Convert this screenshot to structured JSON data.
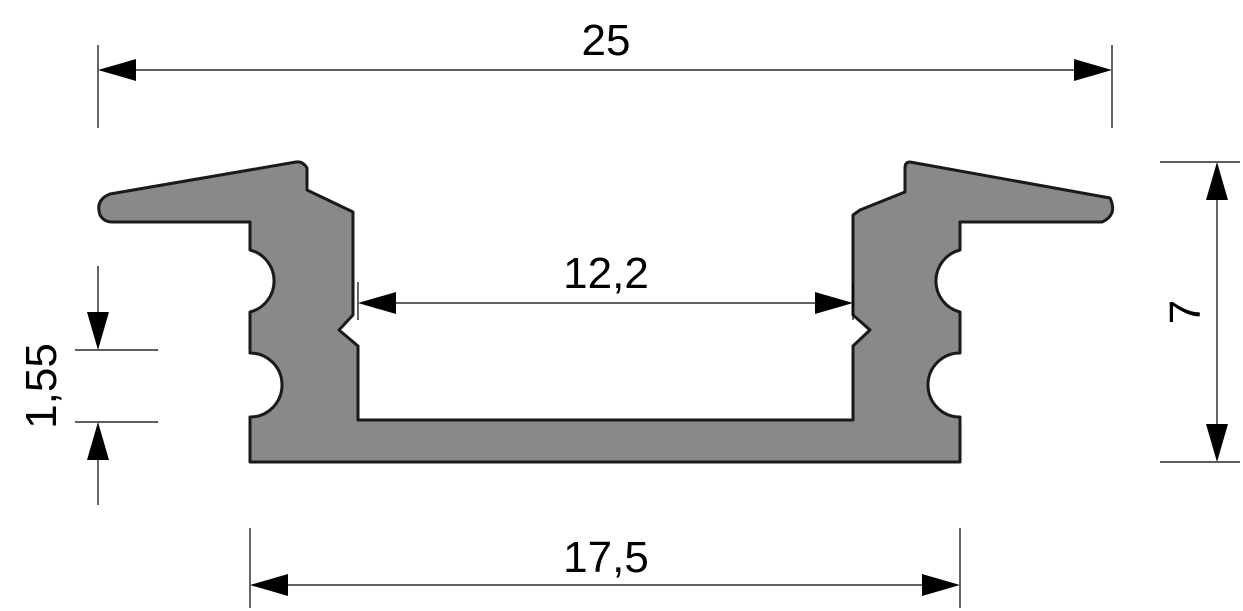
{
  "diagram": {
    "colors": {
      "profile_fill": "#898989",
      "profile_stroke": "#1a1a1a",
      "line": "#000000",
      "background": "#ffffff"
    },
    "dimensions": {
      "overall_width": "25",
      "inner_channel_width": "12,2",
      "base_width": "17,5",
      "height": "7",
      "groove_pitch": "1,55"
    }
  }
}
